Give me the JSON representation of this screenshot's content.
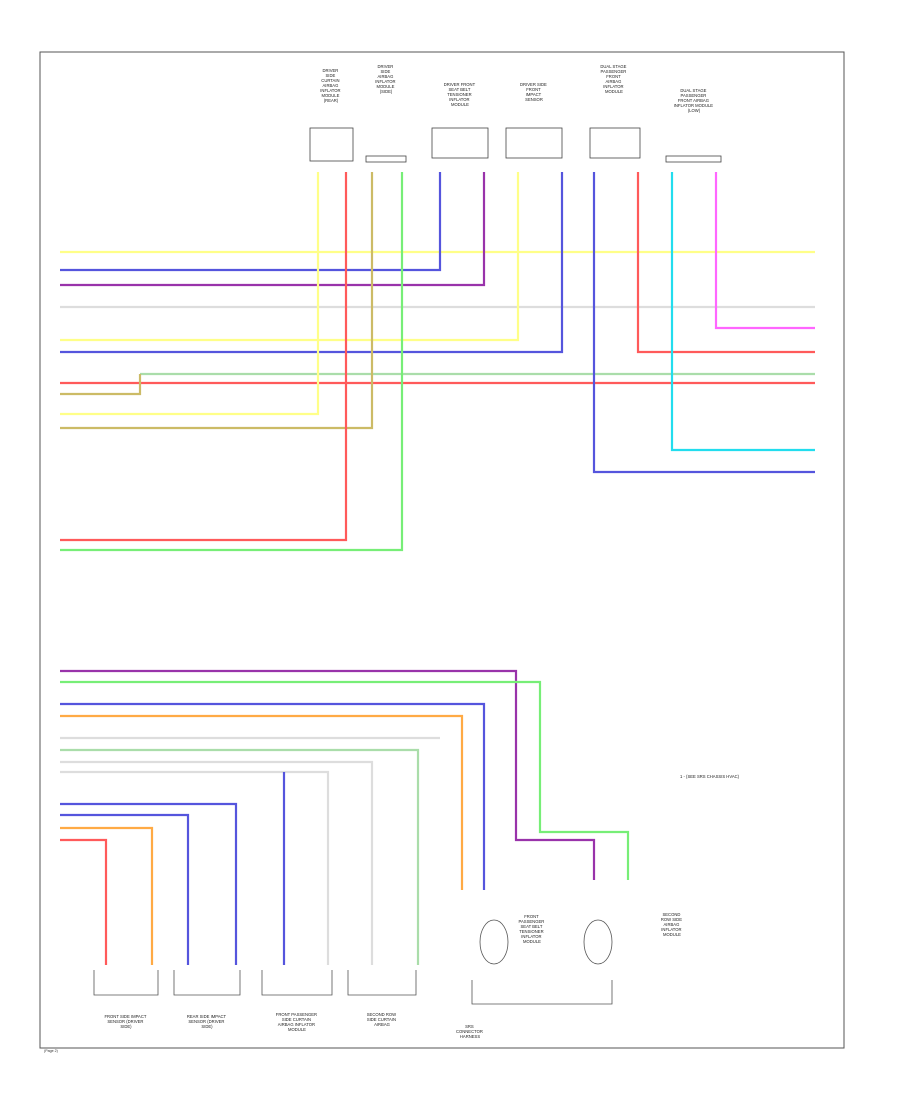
{
  "diagram": {
    "colors": {
      "yellow": "#ffff88",
      "red": "#ff5a5a",
      "blue": "#5555dd",
      "purple": "#9933aa",
      "green": "#77ee77",
      "orange": "#ffaa44",
      "pink": "#ff66ff",
      "cyan": "#22ddee",
      "lightgreen": "#aaddaa",
      "lightgray": "#dddddd",
      "tan": "#ccbb66",
      "frame": "#555555"
    },
    "top_components": [
      {
        "id": "c1",
        "label": [
          "DRIVER",
          "SIDE",
          "CURTAIN",
          "AIRBAG",
          "INFLATOR",
          "MODULE",
          "(REAR)"
        ]
      },
      {
        "id": "c2",
        "label": [
          "DRIVER",
          "SIDE",
          "AIRBAG",
          "INFLATOR",
          "MODULE",
          "(SIDE)"
        ]
      },
      {
        "id": "c3",
        "label": [
          "DRIVER FRONT",
          "SEAT BELT",
          "TENSIONER",
          "INFLATOR",
          "MODULE"
        ]
      },
      {
        "id": "c4",
        "label": [
          "DRIVER SIDE",
          "FRONT",
          "IMPACT",
          "SENSOR"
        ]
      },
      {
        "id": "c5",
        "label": [
          "DUAL STAGE",
          "PASSENGER",
          "FRONT",
          "AIRBAG",
          "INFLATOR",
          "MODULE"
        ]
      },
      {
        "id": "c6",
        "label": [
          "DUAL STAGE",
          "PASSENGER",
          "FRONT AIRBAG",
          "INFLATOR MODULE",
          "(LOW)"
        ]
      }
    ],
    "bottom_components": [
      {
        "id": "b1",
        "label": [
          "FRONT SIDE IMPACT",
          "SENSOR (DRIVER",
          "SIDE)"
        ]
      },
      {
        "id": "b2",
        "label": [
          "REAR SIDE IMPACT",
          "SENSOR (DRIVER",
          "SIDE)"
        ]
      },
      {
        "id": "b3",
        "label": [
          "FRONT PASSENGER",
          "SIDE CURTAIN",
          "AIRBAG INFLATOR",
          "MODULE"
        ]
      },
      {
        "id": "b4",
        "label": [
          "SECOND ROW",
          "SIDE CURTAIN",
          "AIRBAG"
        ]
      }
    ],
    "center_connector": {
      "label": [
        "SRS",
        "CONNECTOR",
        "HARNESS"
      ]
    },
    "right_components": [
      {
        "id": "r1",
        "label": [
          "FRONT",
          "PASSENGER",
          "SEAT BELT",
          "TENSIONER",
          "INFLATOR",
          "MODULE"
        ]
      },
      {
        "id": "r2",
        "label": [
          "SECOND",
          "ROW SIDE",
          "AIRBAG",
          "INFLATOR",
          "MODULE"
        ]
      }
    ],
    "note": "1 - (SEE SRS CHASSIS HVAC)",
    "page_ref": "(Page 2)"
  }
}
